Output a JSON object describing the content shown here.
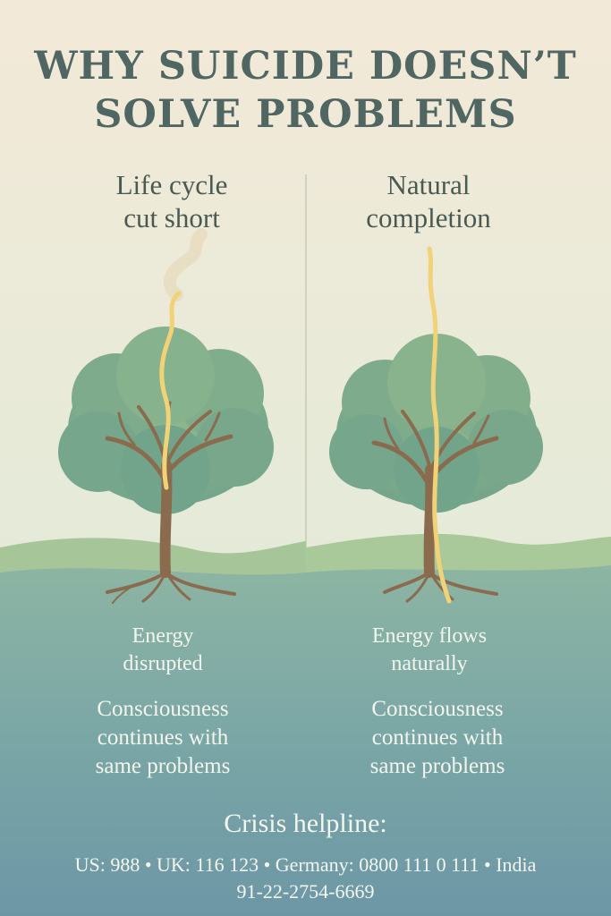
{
  "title": {
    "line1": "WHY SUICIDE DOESN’T",
    "line2": "SOLVE PROBLEMS"
  },
  "left": {
    "heading_line1": "Life cycle",
    "heading_line2": "cut short",
    "energy_line1": "Energy",
    "energy_line2": "disrupted",
    "consciousness_line1": "Consciousness",
    "consciousness_line2": "continues with",
    "consciousness_line3": "same problems"
  },
  "right": {
    "heading_line1": "Natural",
    "heading_line2": "completion",
    "energy_line1": "Energy flows",
    "energy_line2": "naturally",
    "consciousness_line1": "Consciousness",
    "consciousness_line2": "continues with",
    "consciousness_line3": "same problems"
  },
  "helpline": {
    "title": "Crisis helpline:",
    "line1": "US: 988  • UK: 116 123 • Germany: 0800 111 0 111 • India",
    "line2": "91-22-2754-6669"
  },
  "colors": {
    "background_top": "#f3e9d8",
    "background_bottom": "#6f99a4",
    "foliage": "#7fae8c",
    "trunk": "#8b6b4e",
    "energy": "#f2d277",
    "title": "#4f6663"
  }
}
